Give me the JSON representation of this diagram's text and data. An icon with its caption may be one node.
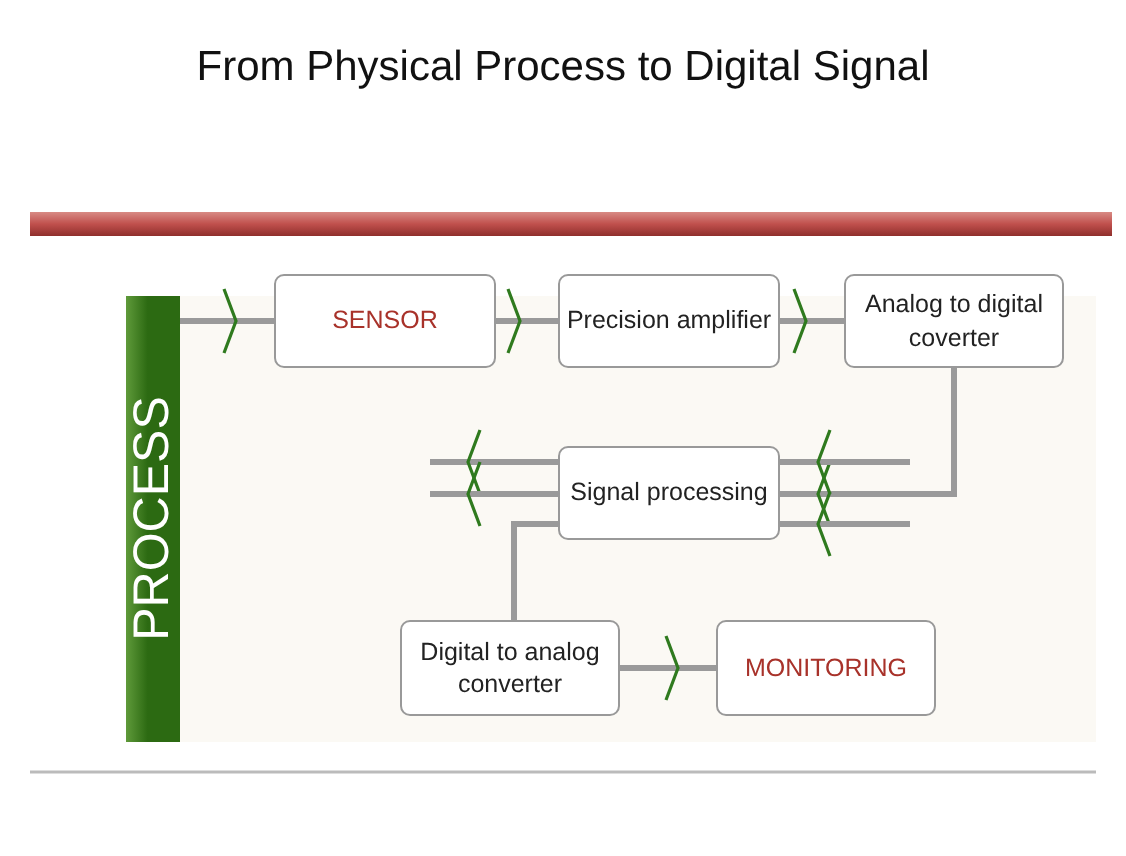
{
  "diagram": {
    "title": "From Physical Process to Digital Signal",
    "nodes": [
      {
        "text": [
          "PROCESS"
        ]
      },
      {
        "text": [
          "SENSOR"
        ]
      },
      {
        "text": [
          "Precision amplifier"
        ]
      },
      {
        "text": [
          "Analog to digital coverter"
        ]
      },
      {
        "text": [
          "Signal processing"
        ]
      },
      {
        "text": [
          "Digital to analog converter"
        ]
      },
      {
        "text": [
          "MONITORING"
        ]
      }
    ],
    "edges": [
      {
        "from": 0,
        "to": 1,
        "arrow": "to"
      },
      {
        "from": 1,
        "to": 2,
        "arrow": "to"
      },
      {
        "from": 2,
        "to": 3,
        "arrow": "to"
      },
      {
        "from": 3,
        "to": 4,
        "arrow": "to"
      },
      {
        "from": null,
        "to": 4,
        "arrow": "to"
      },
      {
        "from": null,
        "to": 4,
        "arrow": "to"
      },
      {
        "from": 4,
        "to": null,
        "arrow": "to"
      },
      {
        "from": 4,
        "to": null,
        "arrow": "to"
      },
      {
        "from": 4,
        "to": 5,
        "arrow": "none"
      },
      {
        "from": 5,
        "to": 6,
        "arrow": "to"
      }
    ]
  }
}
